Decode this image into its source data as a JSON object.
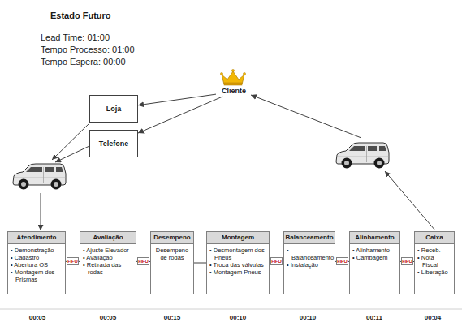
{
  "diagram": {
    "title": "Estado Futuro",
    "nodes": [
      {
        "text": [
          "Cliente"
        ]
      },
      {
        "text": [
          "Loja"
        ]
      },
      {
        "text": [
          "Telefone"
        ]
      },
      {
        "text": [
          "Atendimento",
          "• Demonstração",
          "• Cadastro",
          "• Abertura OS",
          "• Montagem dos Prismas"
        ]
      },
      {
        "text": [
          "FIFO"
        ]
      },
      {
        "text": [
          "Avaliação",
          "• Ajuste Elevador",
          "• Avaliação",
          "• Retirada das rodas"
        ]
      },
      {
        "text": [
          "FIFO"
        ]
      },
      {
        "text": [
          "Desempeno",
          "Desempeno de rodas"
        ]
      },
      {
        "text": [
          "Montagem",
          "• Desmontagem dos Pneus",
          "• Troca das válvulas",
          "• Montagem Pneus"
        ]
      },
      {
        "text": [
          "FIFO"
        ]
      },
      {
        "text": [
          "Balanceamento",
          "• Balanceamento",
          "• Instalação"
        ]
      },
      {
        "text": [
          "FIFO"
        ]
      },
      {
        "text": [
          "Alinhamento",
          "• Alinhamento",
          "• Cambagem"
        ]
      },
      {
        "text": [
          "FIFO"
        ]
      },
      {
        "text": [
          "Caixa",
          "• Receb.",
          "• Nota Fiscal",
          "• Liberação"
        ]
      }
    ],
    "edges": [
      {
        "from": 0,
        "to": 1,
        "arrow": "to"
      },
      {
        "from": 0,
        "to": 2,
        "arrow": "to"
      },
      {
        "from": 3,
        "to": 4,
        "arrow": "none"
      },
      {
        "from": 4,
        "to": 5,
        "arrow": "none"
      },
      {
        "from": 5,
        "to": 6,
        "arrow": "none"
      },
      {
        "from": 6,
        "to": 7,
        "arrow": "none"
      },
      {
        "from": 7,
        "to": 8,
        "arrow": "none"
      },
      {
        "from": 8,
        "to": 9,
        "arrow": "none"
      },
      {
        "from": 9,
        "to": 10,
        "arrow": "none"
      },
      {
        "from": 10,
        "to": 11,
        "arrow": "none"
      },
      {
        "from": 11,
        "to": 12,
        "arrow": "none"
      },
      {
        "from": 12,
        "to": 13,
        "arrow": "none"
      },
      {
        "from": 13,
        "to": 14,
        "arrow": "none"
      }
    ],
    "labels": [
      "Lead Time: 01:00",
      "Tempo Processo: 01:00",
      "Tempo Espera: 00:00",
      "00:05",
      "00:05",
      "00:15",
      "00:10",
      "00:10",
      "00:11",
      "00:04"
    ]
  }
}
